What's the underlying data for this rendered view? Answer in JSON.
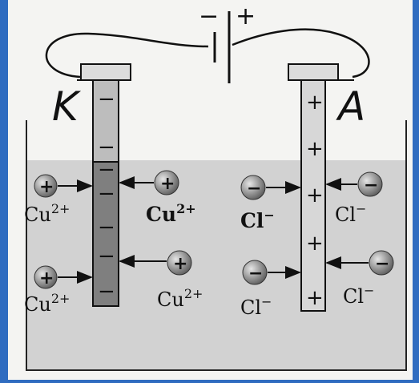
{
  "battery": {
    "minus": "−",
    "plus": "+"
  },
  "cathode": {
    "letter": "K",
    "signs": [
      "−",
      "−",
      "−",
      "−",
      "−",
      "−",
      "−"
    ]
  },
  "anode": {
    "letter": "A",
    "signs": [
      "+",
      "+",
      "+",
      "+",
      "+"
    ]
  },
  "ions": {
    "cu_left_1": {
      "base": "Cu",
      "charge": "2+",
      "sign": "+"
    },
    "cu_left_2": {
      "base": "Cu",
      "charge": "2+",
      "sign": "+"
    },
    "cu_right_1": {
      "base": "Cu",
      "charge": "2+",
      "sign": "+"
    },
    "cu_right_2": {
      "base": "Cu",
      "charge": "2+",
      "sign": "+"
    },
    "cl_left_1": {
      "base": "Cl",
      "charge": "−",
      "sign": "−"
    },
    "cl_left_2": {
      "base": "Cl",
      "charge": "−",
      "sign": "−"
    },
    "cl_right_1": {
      "base": "Cl",
      "charge": "−",
      "sign": "−"
    },
    "cl_right_2": {
      "base": "Cl",
      "charge": "−",
      "sign": "−"
    }
  },
  "colors": {
    "frame": "#2f6cc0",
    "paper": "#f4f4f2",
    "solution": "#d2d2d2",
    "cathode_top": "#bdbdbd",
    "cathode_bottom": "#7f7f7f",
    "anode": "#d7d7d7",
    "ion_ball": "#8c8c8c"
  }
}
